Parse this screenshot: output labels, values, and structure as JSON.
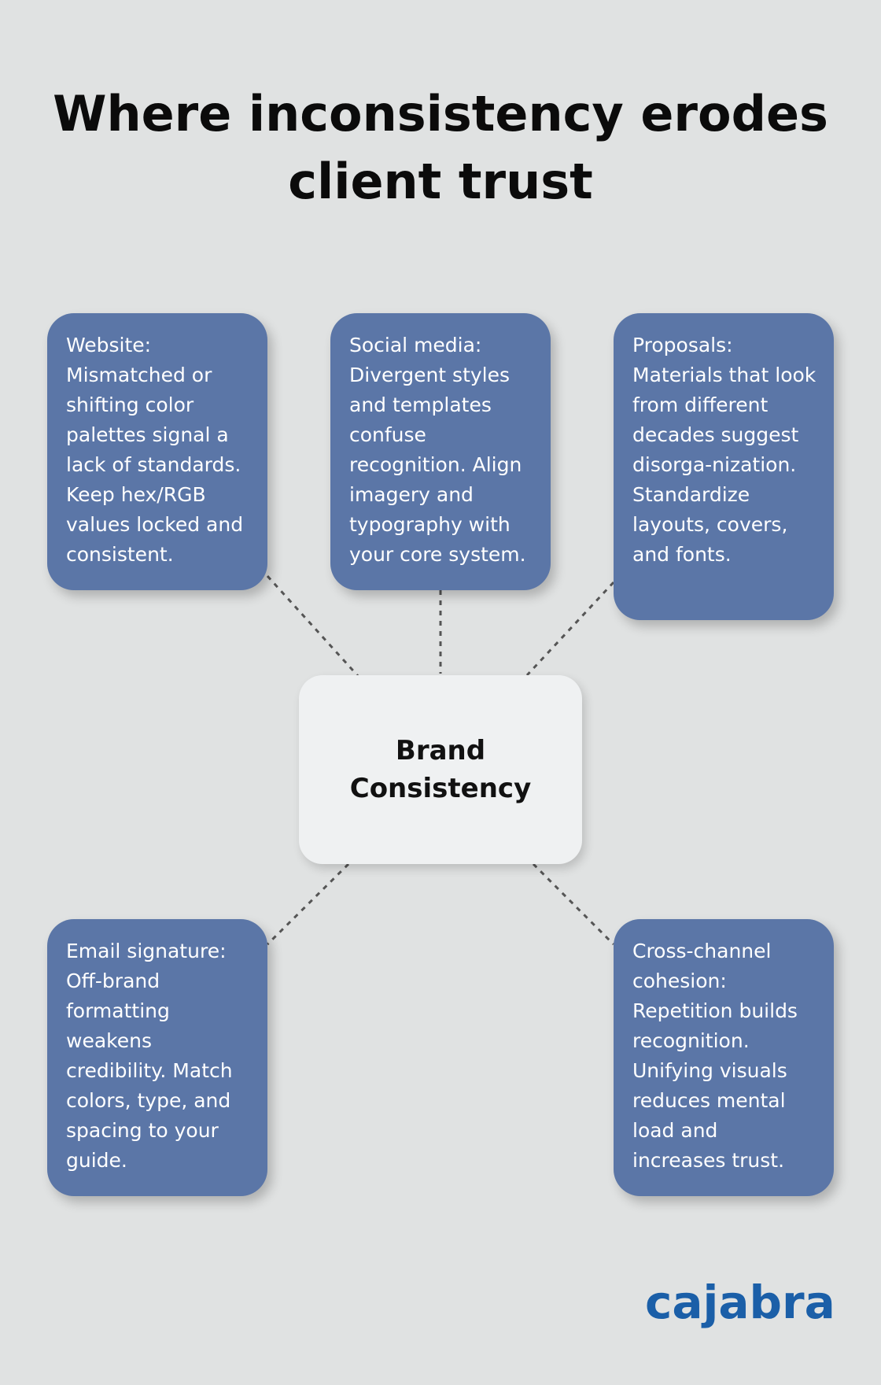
{
  "title": "Where inconsistency erodes client trust",
  "center": {
    "label": "Brand Consistency"
  },
  "cards": [
    {
      "text": "Website: Mismatched or shifting color palettes signal a lack of standards. Keep hex/RGB values locked and consistent."
    },
    {
      "text": "Social media: Divergent styles and templates confuse recognition. Align imagery and typography with your core system."
    },
    {
      "text": "Proposals: Materials that look from different decades suggest disorga-nization. Standardize layouts, covers, and fonts."
    },
    {
      "text": "Email signature: Off-brand formatting weakens credibility. Match colors, type, and spacing to your guide."
    },
    {
      "text": "Cross-channel cohesion: Repetition builds recognition. Unifying visuals reduces mental load and increases trust."
    }
  ],
  "logo": {
    "text": "cajabra"
  },
  "colors": {
    "background": "#e0e2e2",
    "card": "#5b76a7",
    "center_node": "#eff1f2",
    "logo": "#1b5fa8",
    "connector": "#555555"
  }
}
